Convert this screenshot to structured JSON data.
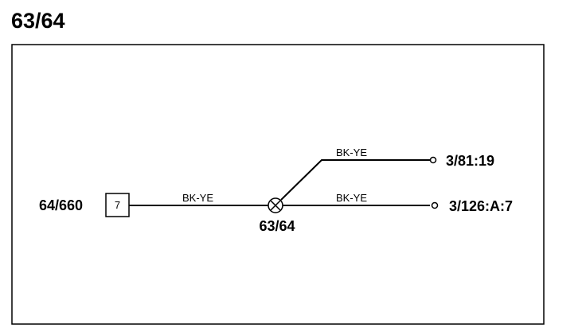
{
  "title": "63/64",
  "diagram": {
    "source_connector": {
      "label": "64/660",
      "pin": "7"
    },
    "splice": {
      "label": "63/64"
    },
    "wires": {
      "source_to_splice": "BK-YE",
      "upper_branch": "BK-YE",
      "lower_branch": "BK-YE"
    },
    "destinations": {
      "upper": "3/81:19",
      "lower": "3/126:A:7"
    }
  },
  "colors": {
    "line": "#000000",
    "background": "#ffffff"
  }
}
